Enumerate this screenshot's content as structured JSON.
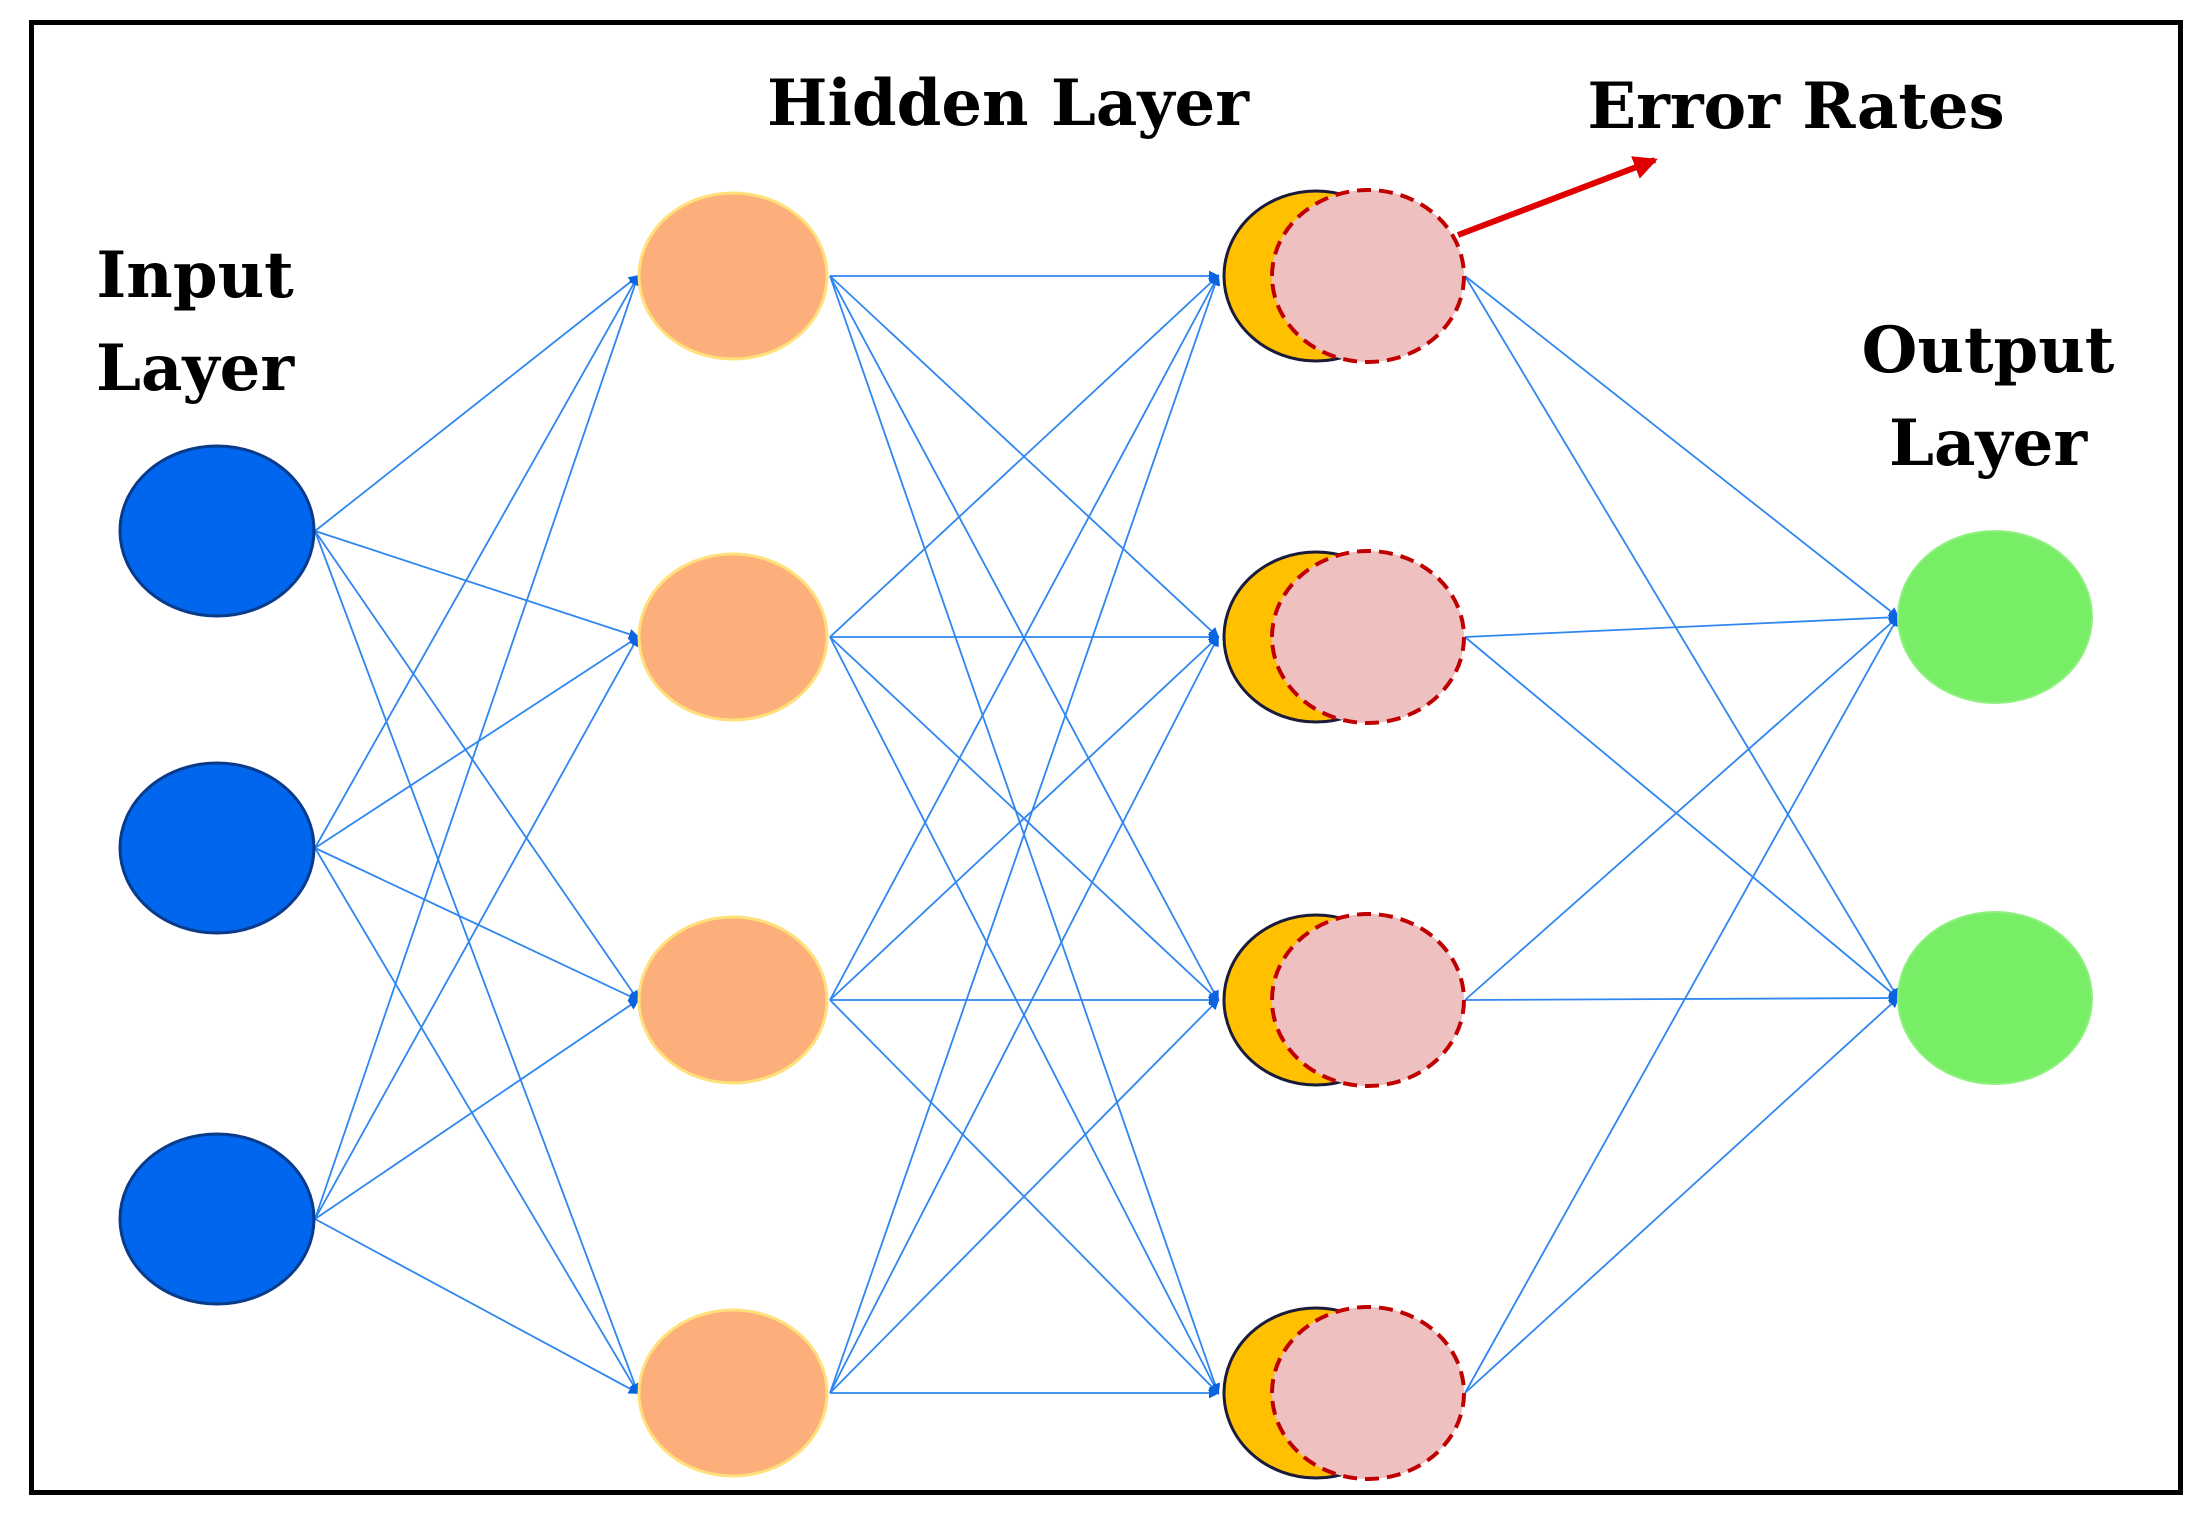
{
  "labels": {
    "input_line1": "Input",
    "input_line2": "Layer",
    "hidden": "Hidden Layer",
    "error": "Error Rates",
    "output_line1": "Output",
    "output_line2": "Layer"
  },
  "network": {
    "input_nodes": 3,
    "hidden1_nodes": 4,
    "hidden2_nodes": 4,
    "output_nodes": 2,
    "hidden2_dropout": true,
    "fully_connected": true
  },
  "colors": {
    "input": "#0066ee",
    "input_stroke": "#0a3a8a",
    "hidden1": "#fcaf7a",
    "hidden1_stroke": "#ffe07a",
    "hidden2_back": "#ffc000",
    "hidden2_front": "#efc0c0",
    "dropout_stroke": "#c00000",
    "output": "#77ee66",
    "edge": "#2e86f0",
    "arrowhead": "#0b63e0",
    "error_arrow": "#e00000"
  }
}
